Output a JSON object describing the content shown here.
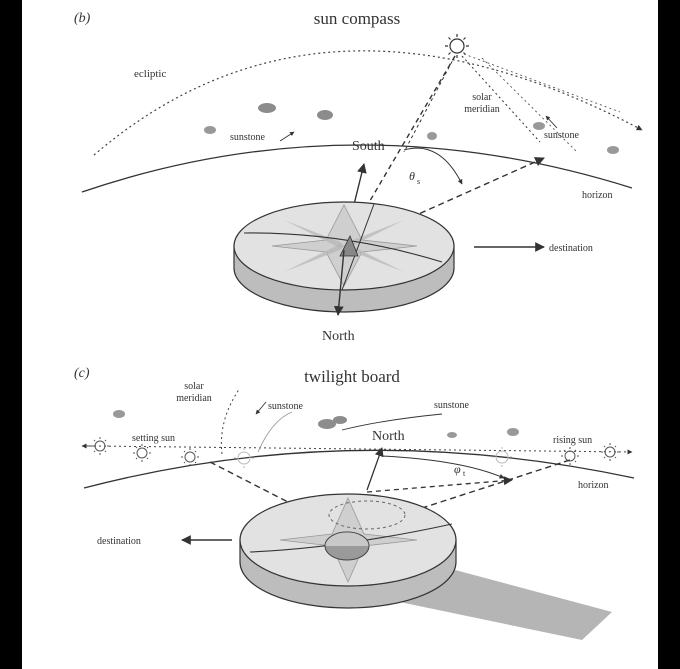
{
  "panel_b": {
    "panel_label": "(b)",
    "title": "sun compass",
    "labels": {
      "ecliptic": "ecliptic",
      "sunstone_left": "sunstone",
      "sunstone_right": "sunstone",
      "solar_meridian": [
        "solar",
        "meridian"
      ],
      "south": "South",
      "theta": "θ",
      "theta_sub": "s",
      "horizon": "horizon",
      "destination": "destination",
      "north": "North"
    }
  },
  "panel_c": {
    "panel_label": "(c)",
    "title": "twilight board",
    "labels": {
      "solar_meridian": [
        "solar",
        "meridian"
      ],
      "sunstone_left": "sunstone",
      "sunstone_right": "sunstone",
      "setting_sun": "setting sun",
      "rising_sun": "rising sun",
      "north": "North",
      "phi": "φ",
      "phi_sub": "t",
      "horizon": "horizon",
      "destination": "destination"
    }
  },
  "colors": {
    "background": "#000000",
    "figure": "#ffffff",
    "line": "#333333",
    "disc_top": "#e2e2e2",
    "disc_side": "#bdbdbd",
    "stone": "#8c8c8c",
    "shadow": "#a8a8a8"
  },
  "icons": [
    "sun-icon",
    "star-compass-rose-icon",
    "gnomon-icon"
  ]
}
